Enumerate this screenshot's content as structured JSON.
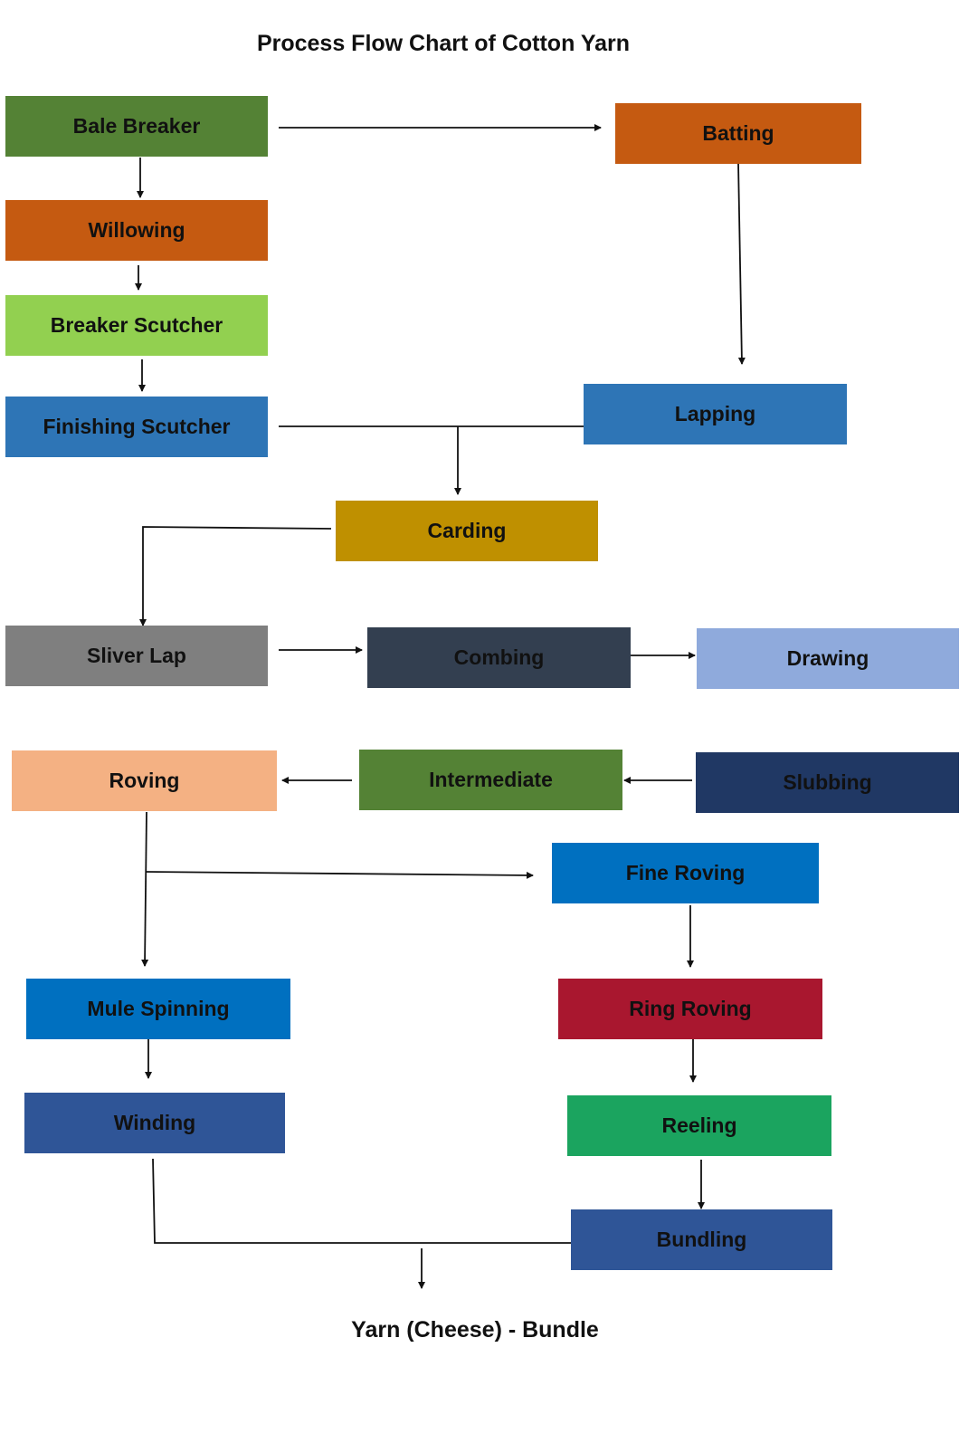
{
  "title": "Process Flow Chart of Cotton Yarn",
  "nodes": {
    "bale_breaker": {
      "label": "Bale Breaker",
      "color": "#548235"
    },
    "batting": {
      "label": "Batting",
      "color": "#C55A11"
    },
    "willowing": {
      "label": "Willowing",
      "color": "#C55A11"
    },
    "breaker_scutcher": {
      "label": "Breaker Scutcher",
      "color": "#92D050"
    },
    "finishing_scutcher": {
      "label": "Finishing Scutcher",
      "color": "#2E75B6"
    },
    "lapping": {
      "label": "Lapping",
      "color": "#2E75B6"
    },
    "carding": {
      "label": "Carding",
      "color": "#BF9000"
    },
    "sliver_lap": {
      "label": "Sliver Lap",
      "color": "#7F7F7F"
    },
    "combing": {
      "label": "Combing",
      "color": "#333F50"
    },
    "drawing": {
      "label": "Drawing",
      "color": "#8FAADC"
    },
    "roving": {
      "label": "Roving",
      "color": "#F4B183"
    },
    "intermediate": {
      "label": "Intermediate",
      "color": "#548235"
    },
    "slubbing": {
      "label": "Slubbing",
      "color": "#203864"
    },
    "fine_roving": {
      "label": "Fine Roving",
      "color": "#0070C0"
    },
    "mule_spinning": {
      "label": "Mule Spinning",
      "color": "#0070C0"
    },
    "ring_roving": {
      "label": "Ring Roving",
      "color": "#A9172F"
    },
    "winding": {
      "label": "Winding",
      "color": "#2F5597"
    },
    "reeling": {
      "label": "Reeling",
      "color": "#1BA45F"
    },
    "bundling": {
      "label": "Bundling",
      "color": "#2F5597"
    }
  },
  "result": "Yarn (Cheese) - Bundle"
}
